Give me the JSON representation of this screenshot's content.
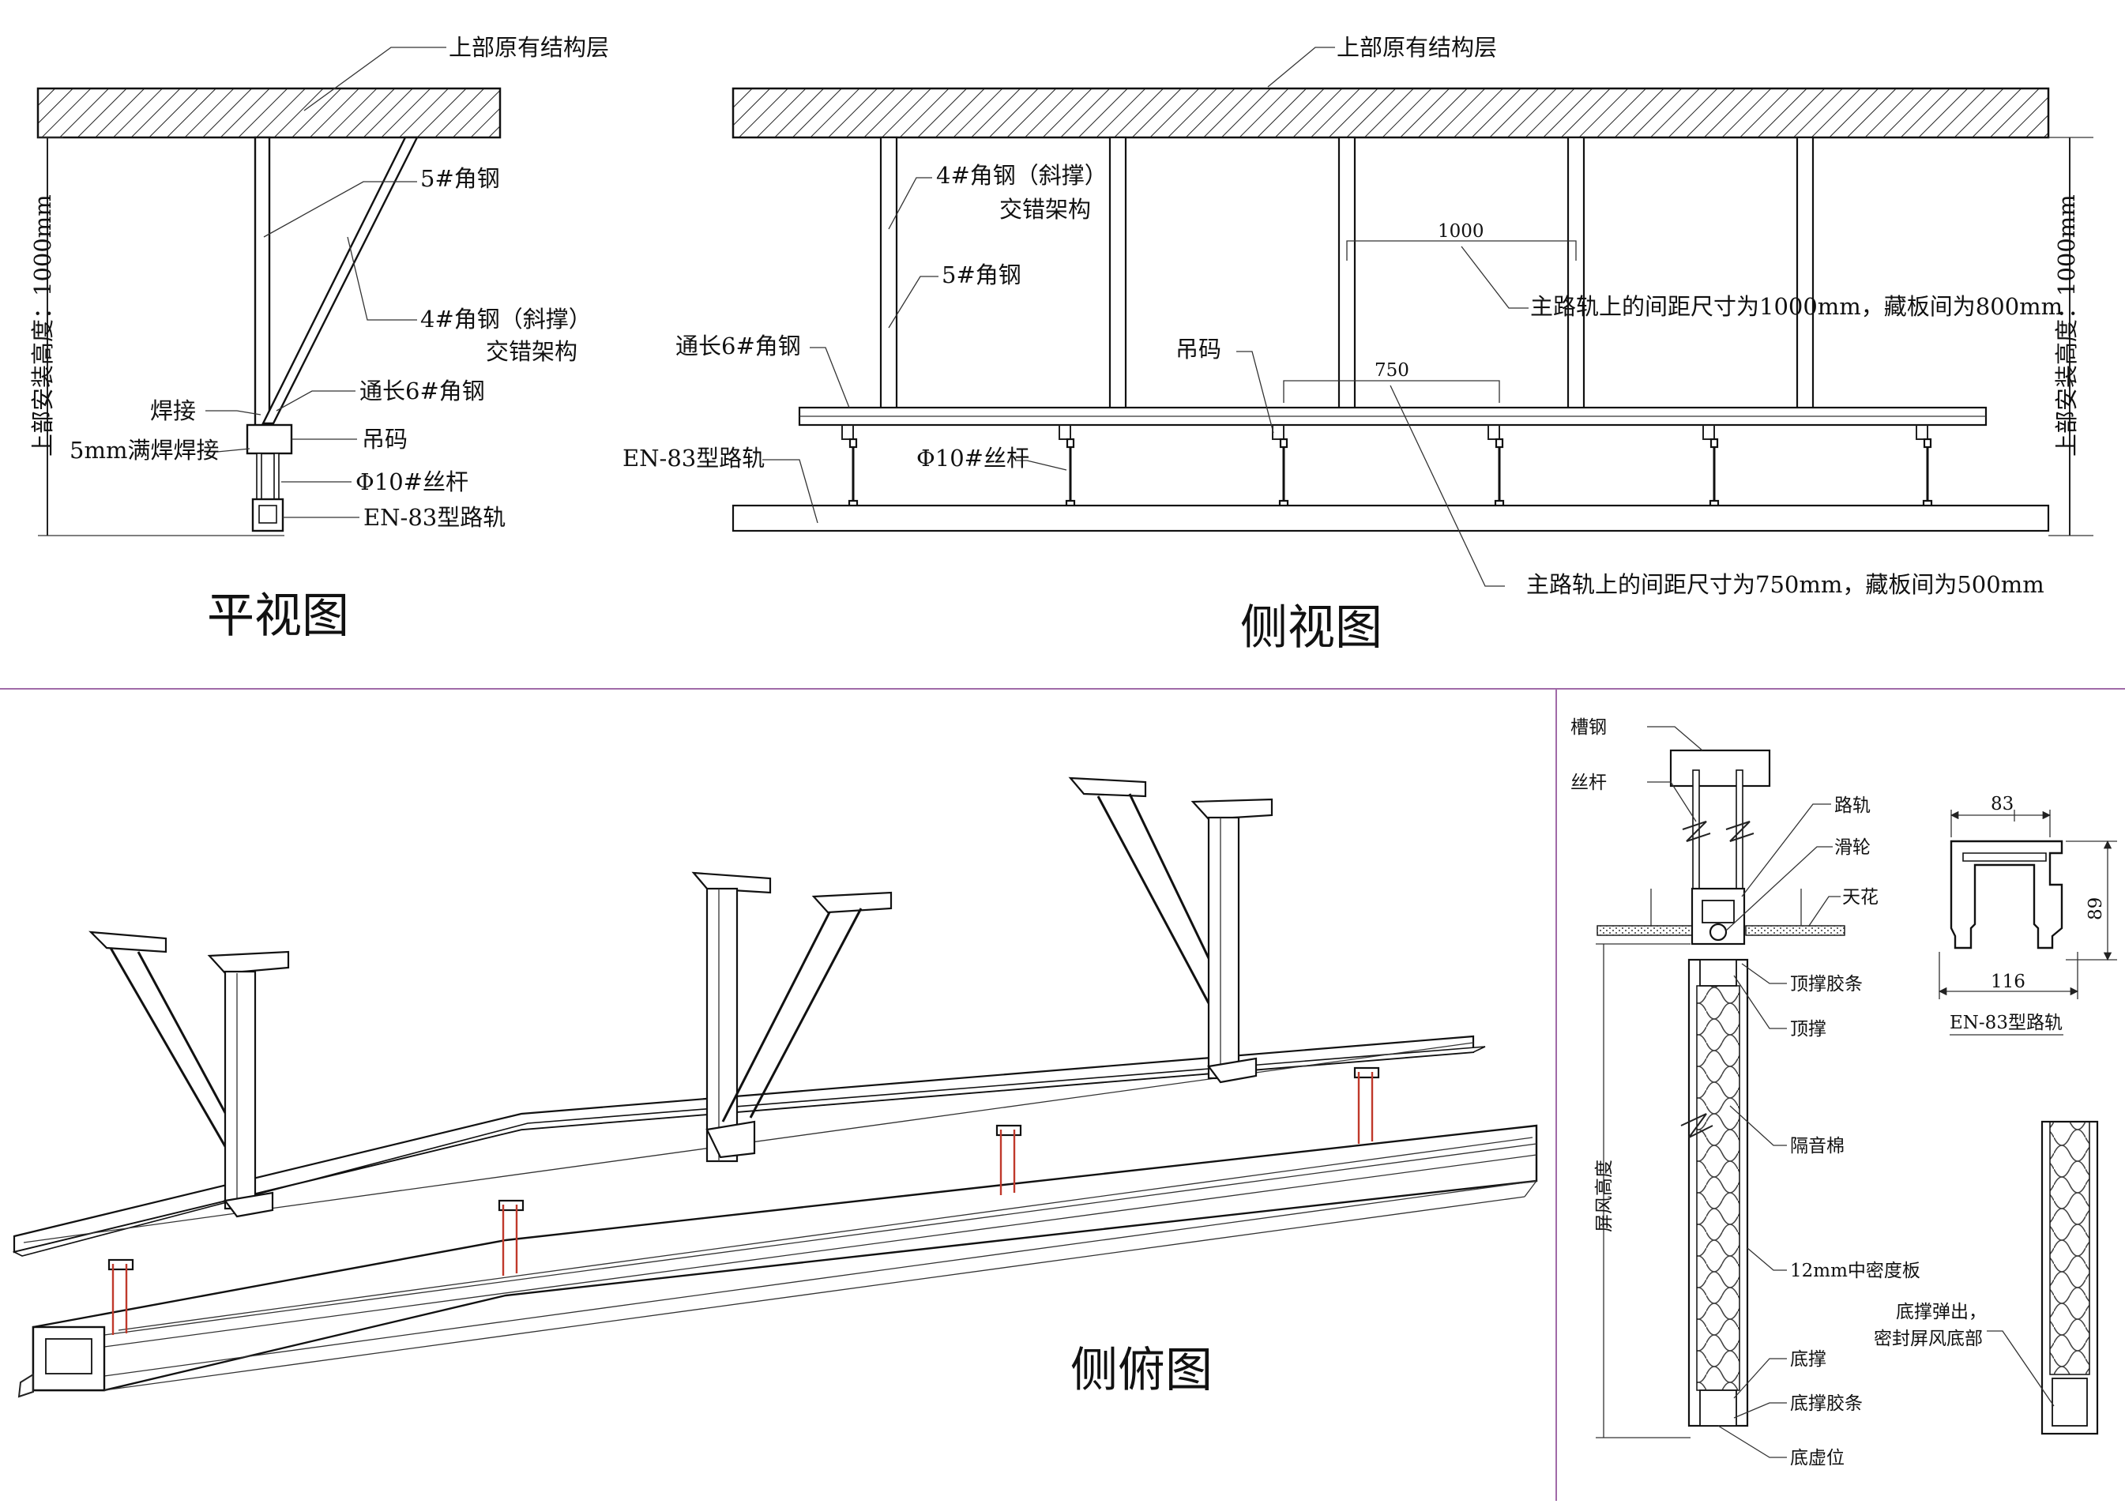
{
  "plan": {
    "title": "平视图",
    "structure_layer": "上部原有结构层",
    "angle5": "5#角钢",
    "brace_line1": "4#角钢（斜撑）",
    "brace_line2": "交错架构",
    "weld": "焊接",
    "full_weld": "5mm满焊焊接",
    "angle6": "通长6#角钢",
    "hanger": "吊码",
    "rod": "Φ10#丝杆",
    "rail": "EN-83型路轨",
    "install_height": "上部安装高度：1000mm"
  },
  "side": {
    "title": "侧视图",
    "structure_layer": "上部原有结构层",
    "brace_line1": "4#角钢（斜撑）",
    "brace_line2": "交错架构",
    "angle5": "5#角钢",
    "angle6": "通长6#角钢",
    "hanger": "吊码",
    "rod": "Φ10#丝杆",
    "rail": "EN-83型路轨",
    "dim_1000": "1000",
    "dim_750": "750",
    "note_1000": "主路轨上的间距尺寸为1000mm，藏板间为800mm",
    "note_750": "主路轨上的间距尺寸为750mm，藏板间为500mm",
    "install_height": "上部安装高度：1000mm"
  },
  "iso": {
    "title": "侧俯图"
  },
  "section": {
    "channel": "槽钢",
    "rod": "丝杆",
    "rail": "路轨",
    "pulley": "滑轮",
    "ceiling": "天花",
    "top_strip": "顶撑胶条",
    "top_brace": "顶撑",
    "insulation": "隔音棉",
    "board": "12mm中密度板",
    "bottom_brace": "底撑",
    "bottom_strip": "底撑胶条",
    "bottom_gap": "底虚位",
    "screen_height": "屏风高度",
    "pop_line1": "底撑弹出，",
    "pop_line2": "密封屏风底部"
  },
  "profile": {
    "dim_83": "83",
    "dim_89": "89",
    "dim_116": "116",
    "name": "EN-83型路轨"
  },
  "colors": {
    "line": "#222222",
    "divider": "#a06aa8",
    "threaded_rod": "#c0392b"
  }
}
